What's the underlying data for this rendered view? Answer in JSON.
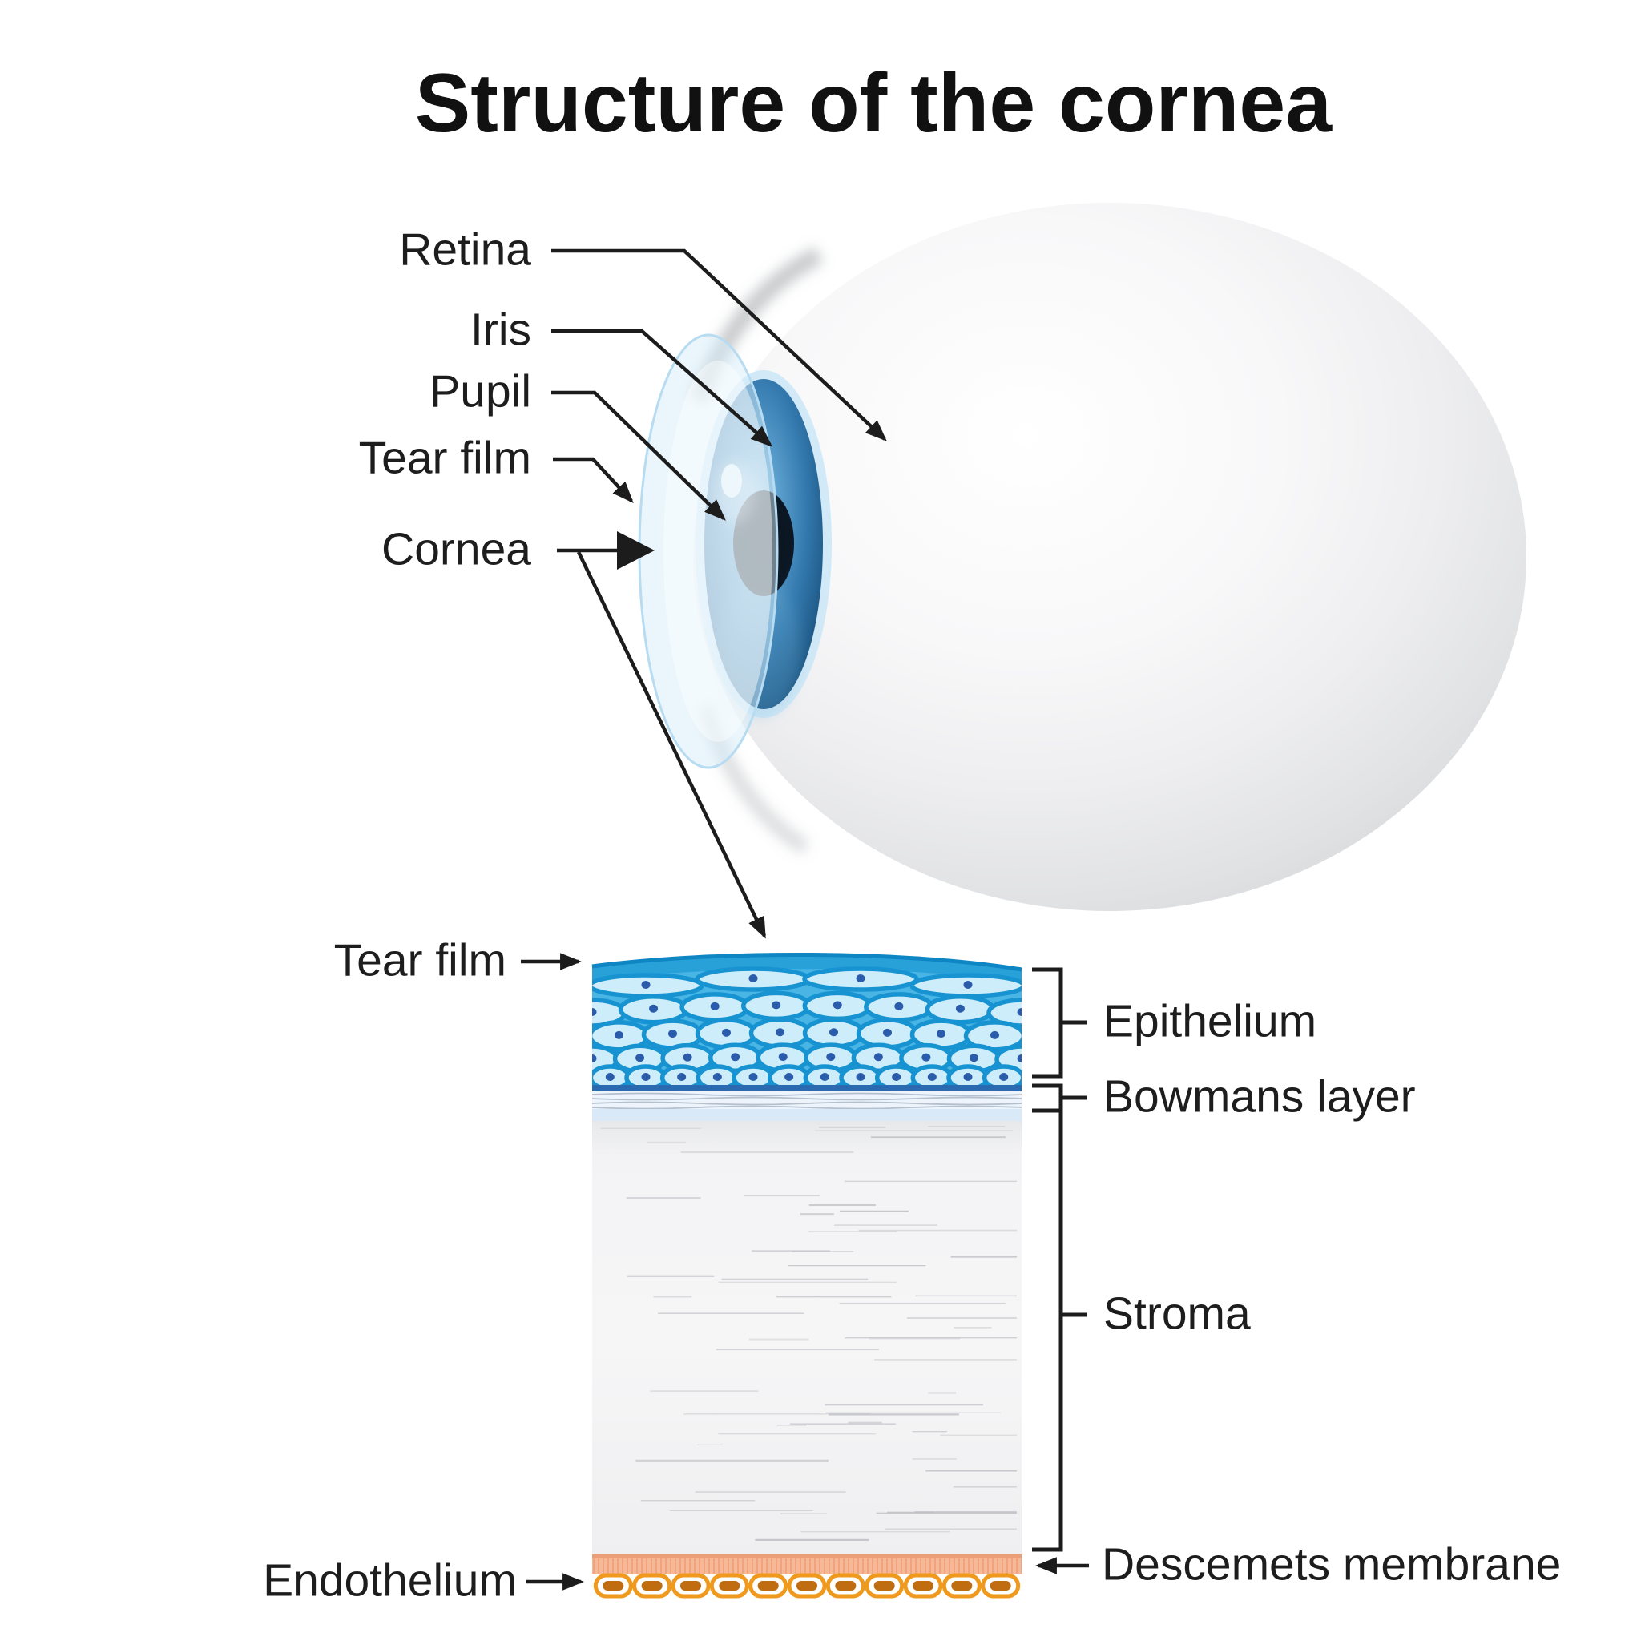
{
  "title": "Structure of the cornea",
  "eye_labels": {
    "retina": "Retina",
    "iris": "Iris",
    "pupil": "Pupil",
    "tear_film": "Tear film",
    "cornea": "Cornea"
  },
  "section_labels": {
    "tear_film": "Tear film",
    "epithelium": "Epithelium",
    "bowmans_layer": "Bowmans layer",
    "stroma": "Stroma",
    "descemets_membrane": "Descemets membrane",
    "endothelium": "Endothelium"
  },
  "colors": {
    "line": "#1c1c1c",
    "tear_film_strip": "#28a0d8",
    "tear_film_edge": "#0f86c4",
    "epithelium_bg": "#49b5e5",
    "cell_fill": "#cdedfa",
    "cell_border": "#1793d1",
    "nucleus": "#2b5cab",
    "basal_line": "#2a6ab1",
    "bowman_band": "#eef4fb",
    "bowman_lines": "#a9b6c6",
    "bowman_blue": "#d9e9f7",
    "stroma_fill": "#f1f1f3",
    "stroma_streak": "#bfc0c5",
    "descemet_fill": "#f6b897",
    "descemet_edge": "#eb9f78",
    "endothelium_border": "#ef9a1f",
    "endothelium_core": "#bf6d10",
    "iris_mid": "#2d73a8",
    "pupil": "#0b1722",
    "cornea_bulge": "#d5edfa",
    "sclera_edge": "#d2d3d5"
  }
}
